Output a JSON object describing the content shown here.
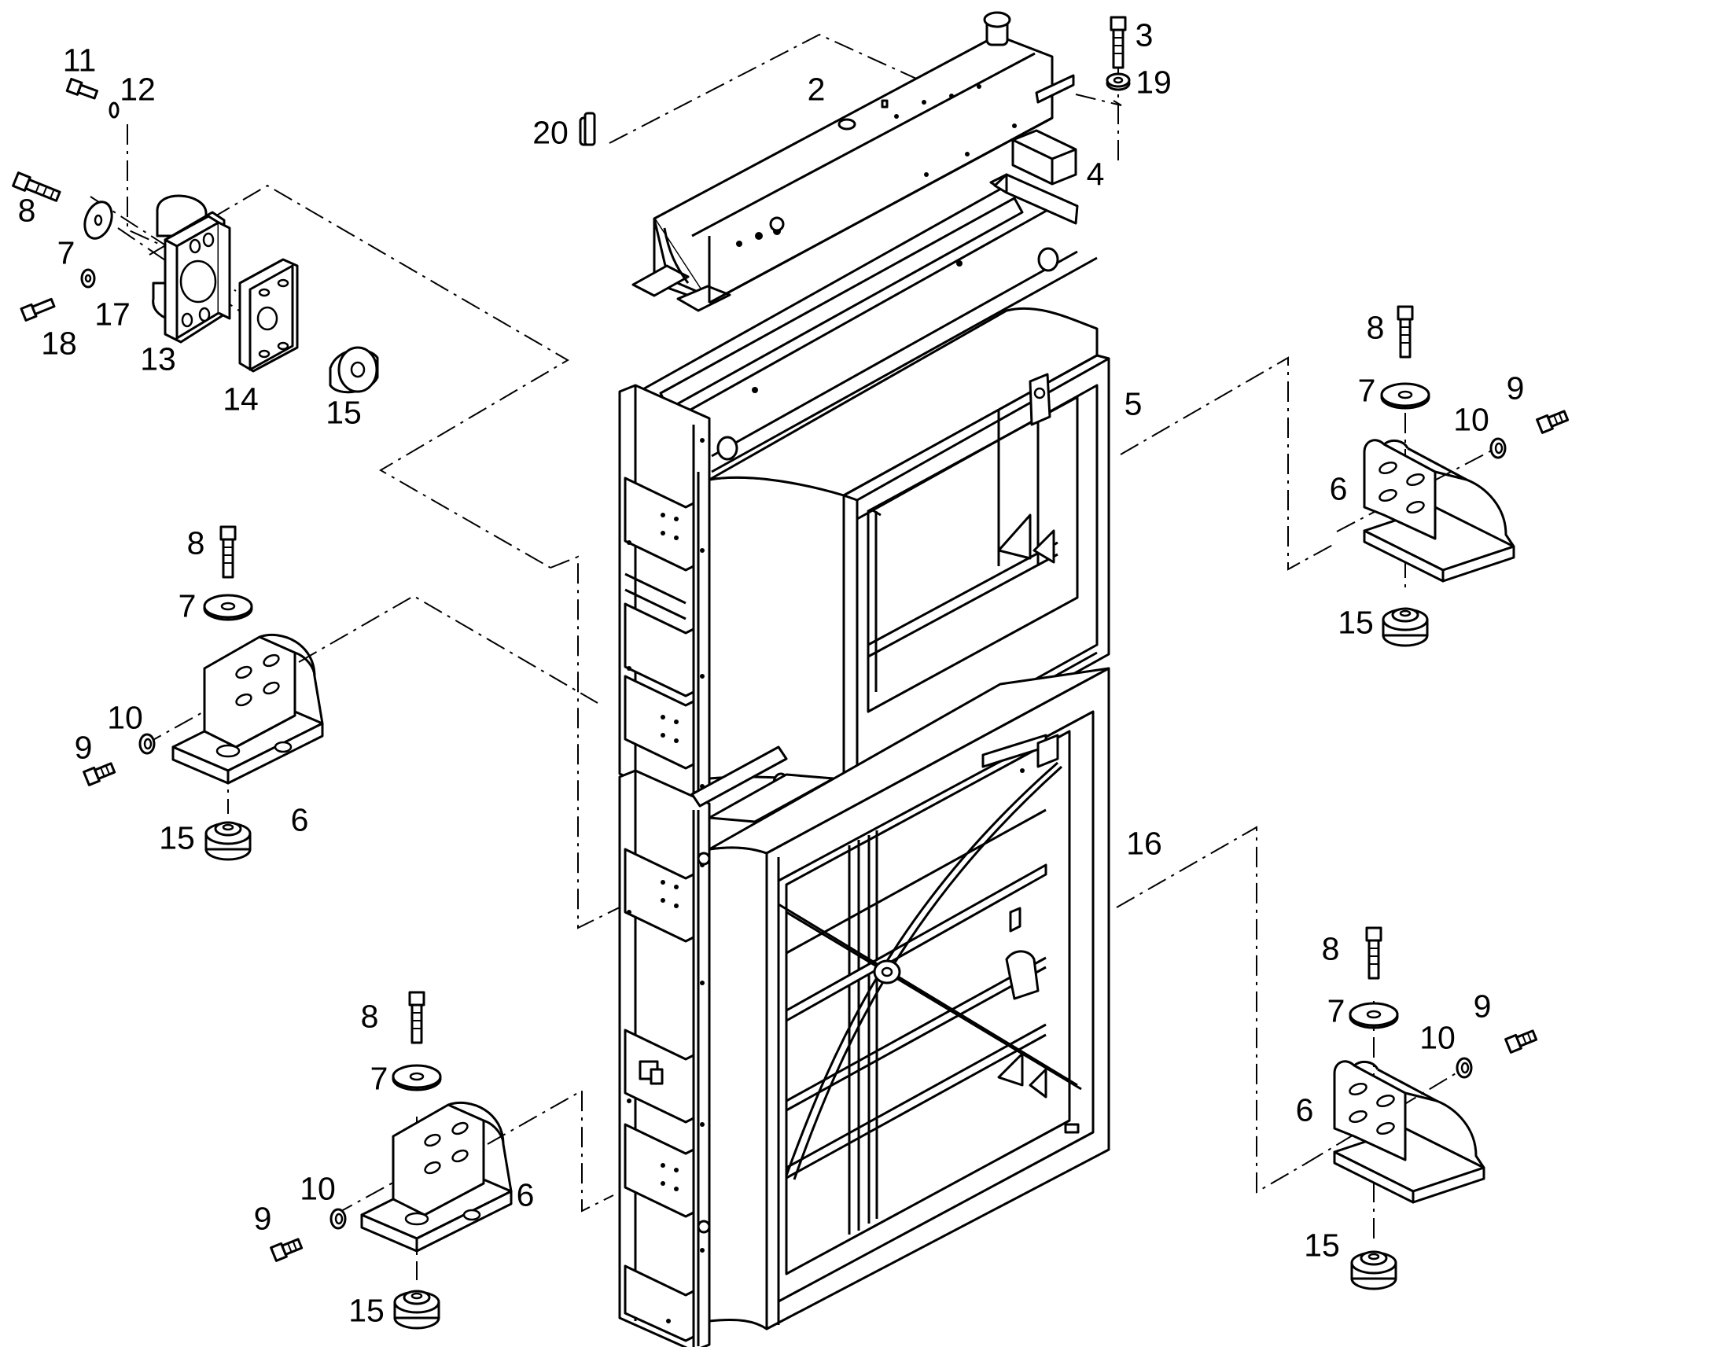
{
  "callouts": [
    {
      "id": "c2",
      "text": "2"
    },
    {
      "id": "c3",
      "text": "3"
    },
    {
      "id": "c19",
      "text": "19"
    },
    {
      "id": "c20",
      "text": "20"
    },
    {
      "id": "c4",
      "text": "4"
    },
    {
      "id": "c5",
      "text": "5"
    },
    {
      "id": "c16",
      "text": "16"
    },
    {
      "id": "c11",
      "text": "11"
    },
    {
      "id": "c12",
      "text": "12"
    },
    {
      "id": "c8a",
      "text": "8"
    },
    {
      "id": "c7a",
      "text": "7"
    },
    {
      "id": "c17",
      "text": "17"
    },
    {
      "id": "c18",
      "text": "18"
    },
    {
      "id": "c13",
      "text": "13"
    },
    {
      "id": "c14",
      "text": "14"
    },
    {
      "id": "c15a",
      "text": "15"
    },
    {
      "id": "c8b",
      "text": "8"
    },
    {
      "id": "c7b",
      "text": "7"
    },
    {
      "id": "c10b",
      "text": "10"
    },
    {
      "id": "c9b",
      "text": "9"
    },
    {
      "id": "c6b",
      "text": "6"
    },
    {
      "id": "c15b",
      "text": "15"
    },
    {
      "id": "c8c",
      "text": "8"
    },
    {
      "id": "c7c",
      "text": "7"
    },
    {
      "id": "c9c",
      "text": "9"
    },
    {
      "id": "c10c",
      "text": "10"
    },
    {
      "id": "c6c",
      "text": "6"
    },
    {
      "id": "c15c",
      "text": "15"
    },
    {
      "id": "c8d",
      "text": "8"
    },
    {
      "id": "c7d",
      "text": "7"
    },
    {
      "id": "c10d",
      "text": "10"
    },
    {
      "id": "c9d",
      "text": "9"
    },
    {
      "id": "c6d",
      "text": "6"
    },
    {
      "id": "c15d",
      "text": "15"
    },
    {
      "id": "c8e",
      "text": "8"
    },
    {
      "id": "c7e",
      "text": "7"
    },
    {
      "id": "c9e",
      "text": "9"
    },
    {
      "id": "c10e",
      "text": "10"
    },
    {
      "id": "c6e",
      "text": "6"
    },
    {
      "id": "c15e",
      "text": "15"
    }
  ]
}
